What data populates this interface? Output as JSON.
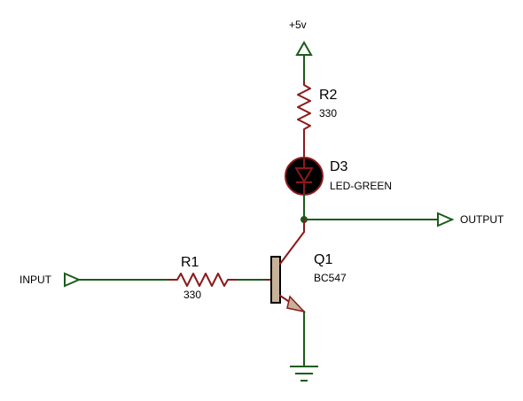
{
  "colors": {
    "net_wire": "#1a5c1a",
    "component": "#8b1a1a",
    "terminal": "#1a5c1a",
    "led_body": "#000000",
    "led_symbol": "#8b1a1a",
    "transistor_body": "#c7b299",
    "ground": "#1a5c1a"
  },
  "power": {
    "label": "+5v"
  },
  "terminals": {
    "input": "INPUT",
    "output": "OUTPUT"
  },
  "components": {
    "r1": {
      "ref": "R1",
      "value": "330"
    },
    "r2": {
      "ref": "R2",
      "value": "330"
    },
    "d3": {
      "ref": "D3",
      "value": "LED-GREEN"
    },
    "q1": {
      "ref": "Q1",
      "value": "BC547"
    }
  }
}
